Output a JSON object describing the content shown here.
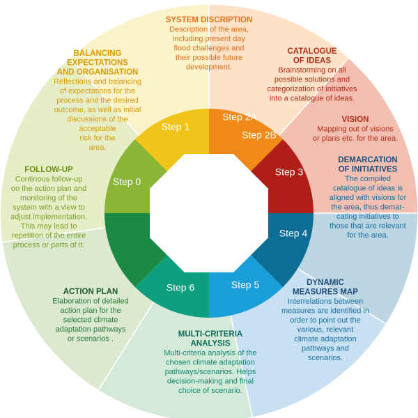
{
  "colors": {
    "system_description": "#f7941d",
    "catalogue": "#d63a1c",
    "vision": "#d63a1c",
    "demarcation": "#1f4e79",
    "dynamic": "#1f4e79",
    "multi_criteria": "#1f4e79",
    "action_plan": "#1f4e79",
    "follow_up": "#e3a81c",
    "balancing": "#e3a81c"
  },
  "steps": [
    {
      "id": "step0",
      "label": "Step 0"
    },
    {
      "id": "step1",
      "label": "Step 1"
    },
    {
      "id": "step2a",
      "label": "Step 2A"
    },
    {
      "id": "step2b",
      "label": "Step 2B"
    },
    {
      "id": "step3",
      "label": "Step 3"
    },
    {
      "id": "step4",
      "label": "Step 4"
    },
    {
      "id": "step5",
      "label": "Step 5"
    },
    {
      "id": "step6",
      "label": "Step 6"
    }
  ],
  "segments": {
    "system_description": {
      "title": [
        "SYSTEM DISCRIPTION"
      ],
      "body": [
        "Description of the area,",
        "including present day",
        "flood challenges and",
        "their possible future",
        "development."
      ]
    },
    "catalogue": {
      "title": [
        "CATALOGUE",
        "OF IDEAS"
      ],
      "body": [
        "Brainstorming on all",
        "possible solutions and",
        "categorization of initiatives",
        "into a catalogue of ideas."
      ]
    },
    "vision": {
      "title": [
        "VISION"
      ],
      "body": [
        "Mapping out of visions",
        "or plans etc. for the area."
      ]
    },
    "demarcation": {
      "title": [
        "DEMARCATION",
        "OF INITIATIVES"
      ],
      "body": [
        "The compiled",
        "catalogue of ideas is",
        "aligned with visions for",
        "the area, thus demar-",
        "cating initiatives to",
        "those that are relevant",
        "for the area."
      ]
    },
    "dynamic": {
      "title": [
        "DYNAMIC",
        "MEASURES MAP"
      ],
      "body": [
        "Interrelations between",
        "measures are identified in",
        "order to point out the",
        "various, relevant",
        "climate adaptation",
        "pathways and",
        "scenarios."
      ]
    },
    "multi_criteria": {
      "title": [
        "MULTI-CRITERIA",
        "ANALYSIS"
      ],
      "body": [
        "Multi-criteria analysis of the",
        "chosen climate adaptation",
        "pathways/scenarios. Helps",
        "decision-making and final",
        "choice of scenario."
      ]
    },
    "action_plan": {
      "title": [
        "ACTION PLAN"
      ],
      "body": [
        "Elaboration of detailed",
        "action plan for the",
        "selected climate",
        "adaptation pathways",
        "or scenarios ."
      ]
    },
    "follow_up": {
      "title": [
        "FOLLOW-UP"
      ],
      "body": [
        "Continous follow-up",
        "on the action plan and",
        "monitoring of the",
        "system with a view to",
        "adjust implementation.",
        "This may lead to",
        "repetition of the entire",
        "process or parts of it."
      ]
    },
    "balancing": {
      "title": [
        "BALANCING",
        "EXPECTATIONS",
        "AND ORGANISATION"
      ],
      "body": [
        "Reflections and balancing",
        "of expectations for the",
        "process and the desired",
        "outcome, as well as initial",
        "discussions of the",
        "acceptable",
        "risk for the",
        "area."
      ]
    }
  }
}
